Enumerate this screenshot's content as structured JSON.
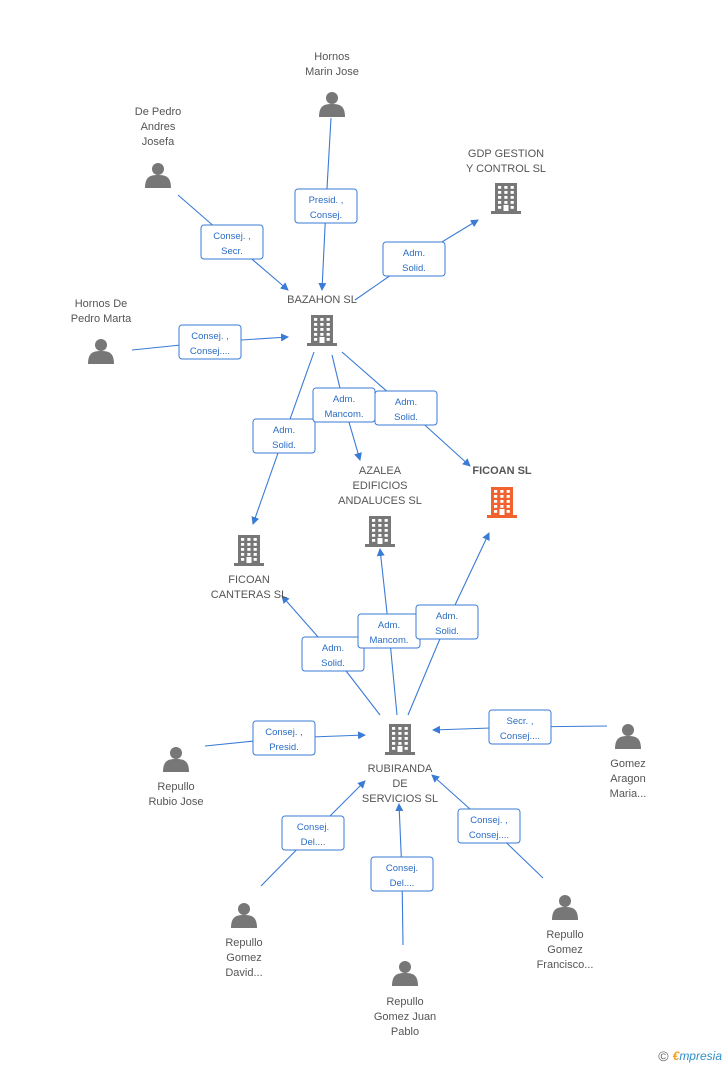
{
  "colors": {
    "edge": "#3a7bd5",
    "node": "#777777",
    "focus": "#f2622e"
  },
  "nodes": [
    {
      "id": "hornos_marin",
      "type": "person",
      "label": [
        "Hornos",
        "Marin Jose"
      ]
    },
    {
      "id": "de_pedro",
      "type": "person",
      "label": [
        "De Pedro",
        "Andres",
        "Josefa"
      ]
    },
    {
      "id": "gdp",
      "type": "company",
      "label": [
        "GDP GESTION",
        "Y CONTROL SL"
      ]
    },
    {
      "id": "hornos_pedro",
      "type": "person",
      "label": [
        "Hornos De",
        "Pedro Marta"
      ]
    },
    {
      "id": "bazahon",
      "type": "company",
      "label": [
        "BAZAHON SL"
      ]
    },
    {
      "id": "azalea",
      "type": "company",
      "label": [
        "AZALEA",
        "EDIFICIOS",
        "ANDALUCES SL"
      ]
    },
    {
      "id": "ficoan",
      "type": "company",
      "focus": true,
      "label": [
        "FICOAN SL"
      ]
    },
    {
      "id": "ficoan_canteras",
      "type": "company",
      "label": [
        "FICOAN",
        "CANTERAS SL"
      ]
    },
    {
      "id": "rubiranda",
      "type": "company",
      "label": [
        "RUBIRANDA",
        "DE",
        "SERVICIOS SL"
      ]
    },
    {
      "id": "repullo_rubio",
      "type": "person",
      "label": [
        "Repullo",
        "Rubio Jose"
      ]
    },
    {
      "id": "gomez_aragon",
      "type": "person",
      "label": [
        "Gomez",
        "Aragon",
        "Maria..."
      ]
    },
    {
      "id": "repullo_david",
      "type": "person",
      "label": [
        "Repullo",
        "Gomez",
        "David..."
      ]
    },
    {
      "id": "repullo_francisco",
      "type": "person",
      "label": [
        "Repullo",
        "Gomez",
        "Francisco..."
      ]
    },
    {
      "id": "repullo_juan",
      "type": "person",
      "label": [
        "Repullo",
        "Gomez Juan",
        "Pablo"
      ]
    }
  ],
  "edges": [
    {
      "from": "hornos_marin",
      "to": "bazahon",
      "label": [
        "Presid. ,",
        "Consej."
      ]
    },
    {
      "from": "de_pedro",
      "to": "bazahon",
      "label": [
        "Consej. ,",
        "Secr."
      ]
    },
    {
      "from": "bazahon",
      "to": "gdp",
      "label": [
        "Adm.",
        "Solid."
      ]
    },
    {
      "from": "hornos_pedro",
      "to": "bazahon",
      "label": [
        "Consej. ,",
        "Consej...."
      ]
    },
    {
      "from": "bazahon",
      "to": "ficoan_canteras",
      "label": [
        "Adm.",
        "Solid."
      ]
    },
    {
      "from": "bazahon",
      "to": "azalea",
      "label": [
        "Adm.",
        "Mancom."
      ]
    },
    {
      "from": "bazahon",
      "to": "ficoan",
      "label": [
        "Adm.",
        "Solid."
      ]
    },
    {
      "from": "rubiranda",
      "to": "ficoan_canteras",
      "label": [
        "Adm.",
        "Solid."
      ]
    },
    {
      "from": "rubiranda",
      "to": "azalea",
      "label": [
        "Adm.",
        "Mancom."
      ]
    },
    {
      "from": "rubiranda",
      "to": "ficoan",
      "label": [
        "Adm.",
        "Solid."
      ]
    },
    {
      "from": "repullo_rubio",
      "to": "rubiranda",
      "label": [
        "Consej. ,",
        "Presid."
      ]
    },
    {
      "from": "gomez_aragon",
      "to": "rubiranda",
      "label": [
        "Secr. ,",
        "Consej...."
      ]
    },
    {
      "from": "repullo_david",
      "to": "rubiranda",
      "label": [
        "Consej.",
        "Del...."
      ]
    },
    {
      "from": "repullo_juan",
      "to": "rubiranda",
      "label": [
        "Consej.",
        "Del...."
      ]
    },
    {
      "from": "repullo_francisco",
      "to": "rubiranda",
      "label": [
        "Consej. ,",
        "Consej...."
      ]
    }
  ],
  "brand": {
    "copyright": "©",
    "e": "€",
    "rest": "mpresia"
  }
}
